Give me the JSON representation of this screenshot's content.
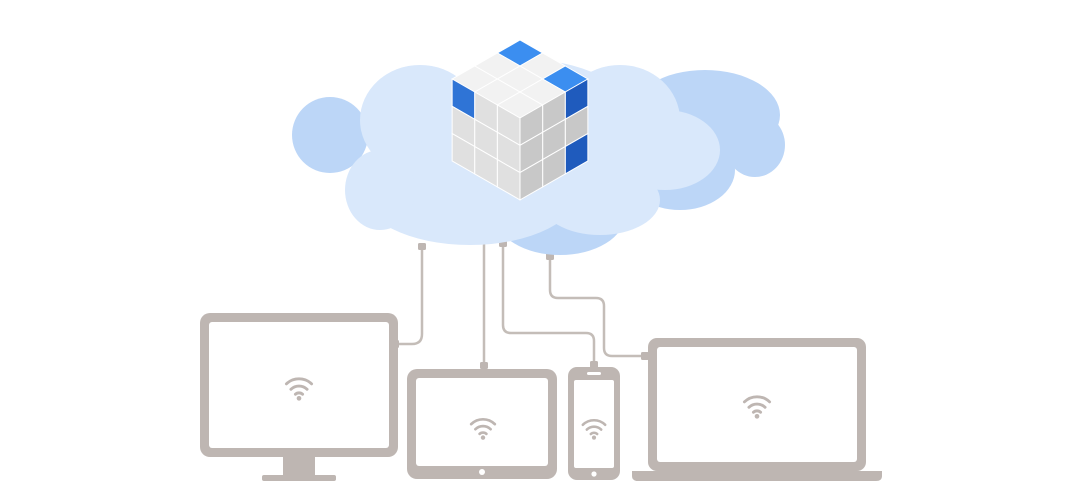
{
  "colors": {
    "background": "#ffffff",
    "cloud_back": "#bcd6f7",
    "cloud_front": "#d9e8fb",
    "device_frame": "#beb6b2",
    "device_screen": "#ffffff",
    "connector": "#c4bdb8",
    "cube_white_top": "#f2f2f2",
    "cube_white_left": "#e0e0e0",
    "cube_white_right": "#c8c8c8",
    "cube_blue_top": "#3b8ef0",
    "cube_blue_left": "#2f74d6",
    "cube_blue_right": "#1f5bbd"
  },
  "diagram": {
    "cloud": {
      "icon": "cloud-icon"
    },
    "cube": {
      "icon": "cube-icon"
    },
    "devices": [
      {
        "kind": "desktop-monitor",
        "icon": "wifi-icon"
      },
      {
        "kind": "tablet",
        "icon": "wifi-icon"
      },
      {
        "kind": "smartphone",
        "icon": "wifi-icon"
      },
      {
        "kind": "laptop",
        "icon": "wifi-icon"
      }
    ]
  }
}
